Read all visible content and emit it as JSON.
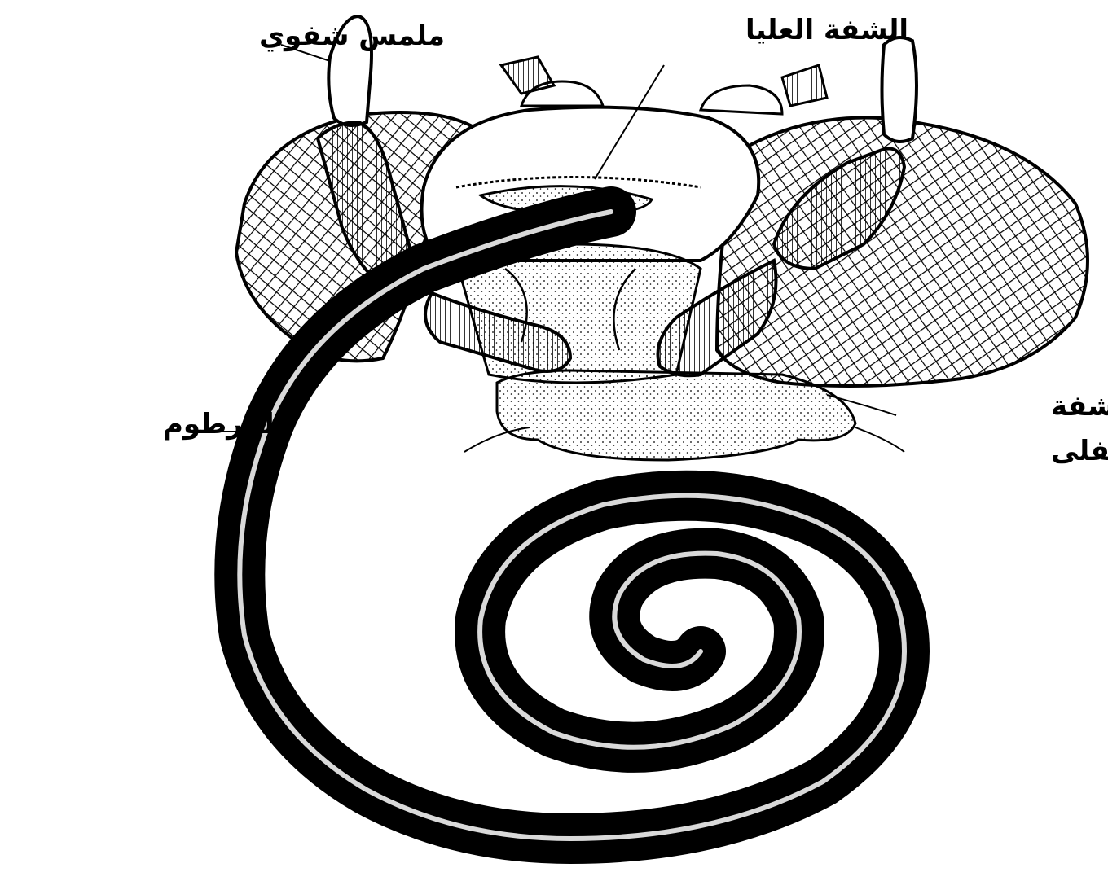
{
  "labels": {
    "labial_palp": "ملمس شفوي",
    "labrum": "الشفة العليا",
    "proboscis": "الخرطوم",
    "labium_line1": "الشفة",
    "labium_line2": "السفلى"
  },
  "colors": {
    "ink": "#000000",
    "background": "#ffffff"
  }
}
